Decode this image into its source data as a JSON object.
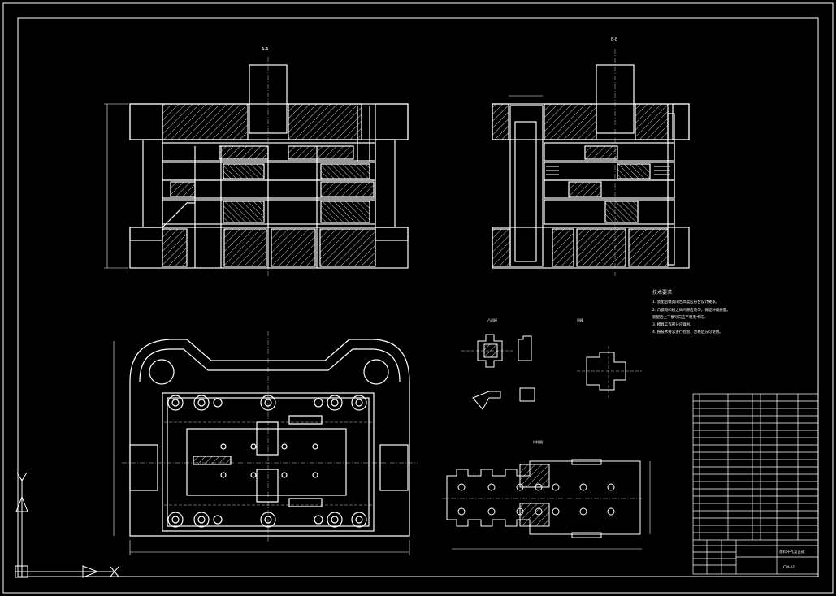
{
  "drawing": {
    "background": "#000000",
    "line_color": "#ffffff"
  },
  "labels": {
    "top_marker_front": "A-A",
    "top_marker_side": "B-B",
    "tech_req_title": "技术要求",
    "tech_req_items": [
      "1. 装配后模具闭合高度应符合设计要求。",
      "2. 凸模与凹模之间间隙应均匀，保证冲裁质量。",
      "   装配后上下模导向应平稳无卡滞。",
      "3. 模具工作部分应锋利。",
      "4. 按技术要求进行检验，合格后方可使用。"
    ],
    "detail_label_1": "凸凹模",
    "detail_label_2": "凹模",
    "strip_label": "排样图",
    "title_block_name": "落料冲孔复合模",
    "title_block_code": "CM-01"
  },
  "icons": {
    "ucs": "ucs-icon"
  }
}
